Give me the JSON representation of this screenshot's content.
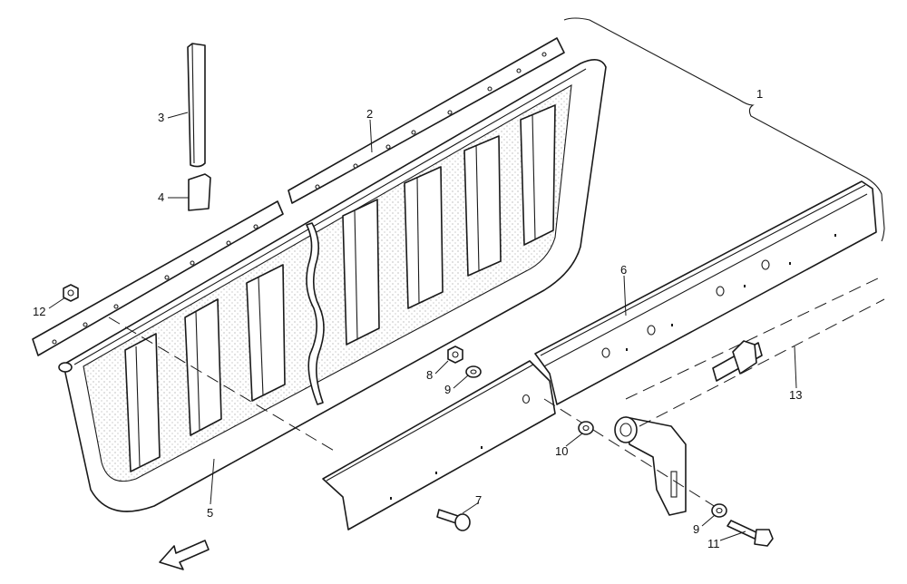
{
  "diagram": {
    "type": "exploded parts view",
    "line_color": "#1a1a1a",
    "background": "#ffffff",
    "callouts": [
      {
        "id": "c1",
        "label": "1"
      },
      {
        "id": "c2",
        "label": "2"
      },
      {
        "id": "c3",
        "label": "3"
      },
      {
        "id": "c4",
        "label": "4"
      },
      {
        "id": "c5",
        "label": "5"
      },
      {
        "id": "c6",
        "label": "6"
      },
      {
        "id": "c7",
        "label": "7"
      },
      {
        "id": "c8",
        "label": "8"
      },
      {
        "id": "c9a",
        "label": "9"
      },
      {
        "id": "c9b",
        "label": "9"
      },
      {
        "id": "c10",
        "label": "10"
      },
      {
        "id": "c11",
        "label": "11"
      },
      {
        "id": "c12",
        "label": "12"
      },
      {
        "id": "c13",
        "label": "13"
      }
    ],
    "direction_arrow": "arrow-icon"
  }
}
